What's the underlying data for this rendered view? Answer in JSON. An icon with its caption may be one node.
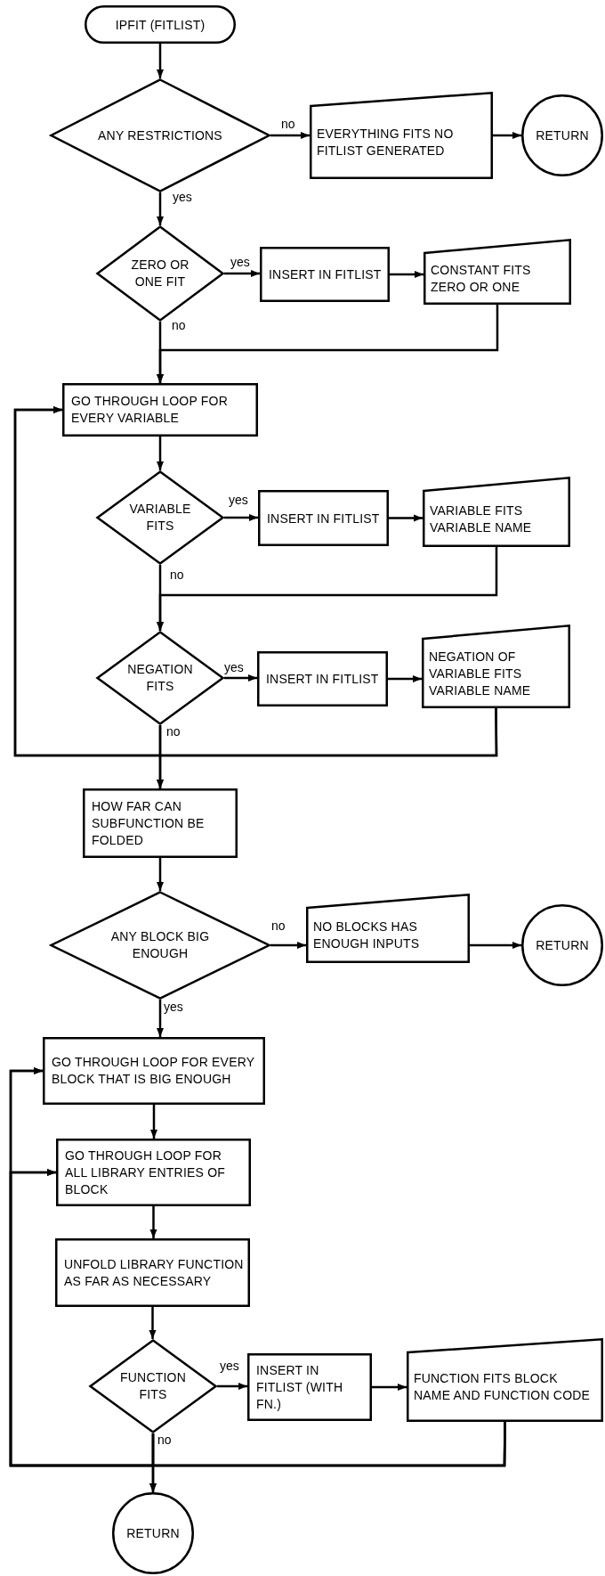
{
  "diagram": {
    "nodes": [
      {
        "text": [
          "IPFIT (FITLIST)"
        ]
      },
      {
        "text": [
          "ANY RESTRICTIONS"
        ]
      },
      {
        "text": [
          "EVERYTHING FITS NO FITLIST GENERATED"
        ]
      },
      {
        "text": [
          "RETURN"
        ]
      },
      {
        "text": [
          "ZERO OR ONE FIT"
        ]
      },
      {
        "text": [
          "INSERT IN FITLIST"
        ]
      },
      {
        "text": [
          "CONSTANT FITS ZERO OR ONE"
        ]
      },
      {
        "text": [
          "GO THROUGH LOOP FOR EVERY VARIABLE"
        ]
      },
      {
        "text": [
          "VARIABLE FITS"
        ]
      },
      {
        "text": [
          "INSERT IN FITLIST"
        ]
      },
      {
        "text": [
          "VARIABLE FITS VARIABLE NAME"
        ]
      },
      {
        "text": [
          "NEGATION FITS"
        ]
      },
      {
        "text": [
          "INSERT IN FITLIST"
        ]
      },
      {
        "text": [
          "NEGATION OF VARIABLE FITS VARIABLE NAME"
        ]
      },
      {
        "text": [
          "HOW FAR CAN SUBFUNCTION BE FOLDED"
        ]
      },
      {
        "text": [
          "ANY BLOCK BIG ENOUGH"
        ]
      },
      {
        "text": [
          "NO BLOCKS HAS ENOUGH INPUTS"
        ]
      },
      {
        "text": [
          "RETURN"
        ]
      },
      {
        "text": [
          "GO THROUGH LOOP FOR EVERY BLOCK THAT IS BIG ENOUGH"
        ]
      },
      {
        "text": [
          "GO THROUGH LOOP FOR ALL LIBRARY ENTRIES OF BLOCK"
        ]
      },
      {
        "text": [
          "UNFOLD LIBRARY FUNCTION AS FAR AS NECESSARY"
        ]
      },
      {
        "text": [
          "FUNCTION FITS"
        ]
      },
      {
        "text": [
          "INSERT IN FITLIST (WITH FN.)"
        ]
      },
      {
        "text": [
          "FUNCTION FITS BLOCK NAME AND FUNCTION CODE"
        ]
      },
      {
        "text": [
          "RETURN"
        ]
      }
    ],
    "edges": [
      {
        "from": 0,
        "to": 1,
        "arrow": "to"
      },
      {
        "from": 1,
        "to": 2,
        "arrow": "to",
        "label": "no"
      },
      {
        "from": 2,
        "to": 3,
        "arrow": "to"
      },
      {
        "from": 1,
        "to": 4,
        "arrow": "to",
        "label": "yes"
      },
      {
        "from": 4,
        "to": 5,
        "arrow": "to",
        "label": "yes"
      },
      {
        "from": 5,
        "to": 6,
        "arrow": "to"
      },
      {
        "from": 4,
        "to": 7,
        "arrow": "to",
        "label": "no"
      },
      {
        "from": 6,
        "to": 7,
        "arrow": "to"
      },
      {
        "from": 7,
        "to": 8,
        "arrow": "to"
      },
      {
        "from": 8,
        "to": 9,
        "arrow": "to",
        "label": "yes"
      },
      {
        "from": 9,
        "to": 10,
        "arrow": "to"
      },
      {
        "from": 8,
        "to": 11,
        "arrow": "to",
        "label": "no"
      },
      {
        "from": 10,
        "to": 11,
        "arrow": "to"
      },
      {
        "from": 11,
        "to": 12,
        "arrow": "to",
        "label": "yes"
      },
      {
        "from": 12,
        "to": 13,
        "arrow": "to"
      },
      {
        "from": 11,
        "to": 14,
        "arrow": "to",
        "label": "no"
      },
      {
        "from": 13,
        "to": 14,
        "arrow": "to"
      },
      {
        "from": 11,
        "to": 7,
        "arrow": "to"
      },
      {
        "from": 13,
        "to": 7,
        "arrow": "to"
      },
      {
        "from": 14,
        "to": 15,
        "arrow": "to"
      },
      {
        "from": 15,
        "to": 16,
        "arrow": "to",
        "label": "no"
      },
      {
        "from": 16,
        "to": 17,
        "arrow": "to"
      },
      {
        "from": 15,
        "to": 18,
        "arrow": "to",
        "label": "yes"
      },
      {
        "from": 18,
        "to": 19,
        "arrow": "to"
      },
      {
        "from": 19,
        "to": 20,
        "arrow": "to"
      },
      {
        "from": 20,
        "to": 21,
        "arrow": "to"
      },
      {
        "from": 21,
        "to": 22,
        "arrow": "to",
        "label": "yes"
      },
      {
        "from": 22,
        "to": 23,
        "arrow": "to"
      },
      {
        "from": 21,
        "to": 24,
        "arrow": "to",
        "label": "no"
      },
      {
        "from": 23,
        "to": 24,
        "arrow": "to"
      },
      {
        "from": 21,
        "to": 19,
        "arrow": "to"
      },
      {
        "from": 23,
        "to": 19,
        "arrow": "to"
      },
      {
        "from": 21,
        "to": 18,
        "arrow": "to"
      },
      {
        "from": 23,
        "to": 18,
        "arrow": "to"
      }
    ]
  }
}
